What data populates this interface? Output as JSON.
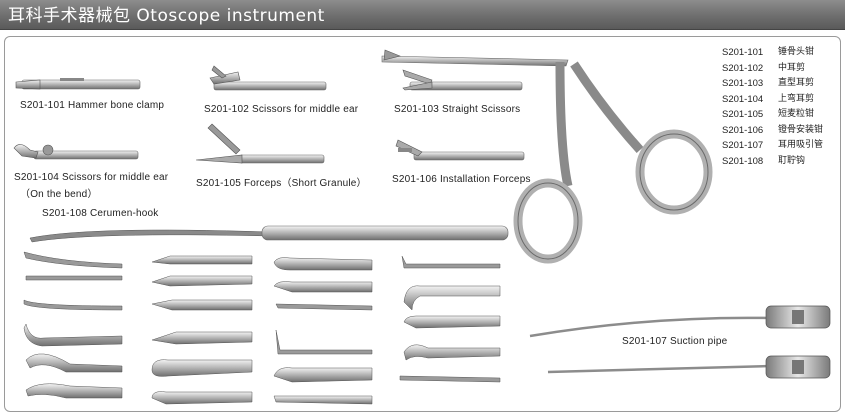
{
  "header": {
    "title": "耳科手术器械包  Otoscope instrument",
    "bg_color": "#6e6e6e"
  },
  "labels": {
    "s101": "S201-101 Hammer bone clamp",
    "s102": "S201-102 Scissors for middle ear",
    "s103": "S201-103 Straight Scissors",
    "s104_line1": "S201-104 Scissors for middle ear",
    "s104_line2": "（On the bend）",
    "s105": "S201-105 Forceps（Short Granule）",
    "s106": "S201-106 Installation Forceps",
    "s108": "S201-108 Cerumen-hook",
    "s107": "S201-107 Suction pipe"
  },
  "legend": [
    {
      "code": "S201-101",
      "name": "锤骨头钳"
    },
    {
      "code": "S201-102",
      "name": "中耳剪"
    },
    {
      "code": "S201-103",
      "name": "直型耳剪"
    },
    {
      "code": "S201-104",
      "name": "上弯耳剪"
    },
    {
      "code": "S201-105",
      "name": "短麦粒钳"
    },
    {
      "code": "S201-106",
      "name": "镫骨安装钳"
    },
    {
      "code": "S201-107",
      "name": "耳用吸引管"
    },
    {
      "code": "S201-108",
      "name": "耵聍钩"
    }
  ]
}
